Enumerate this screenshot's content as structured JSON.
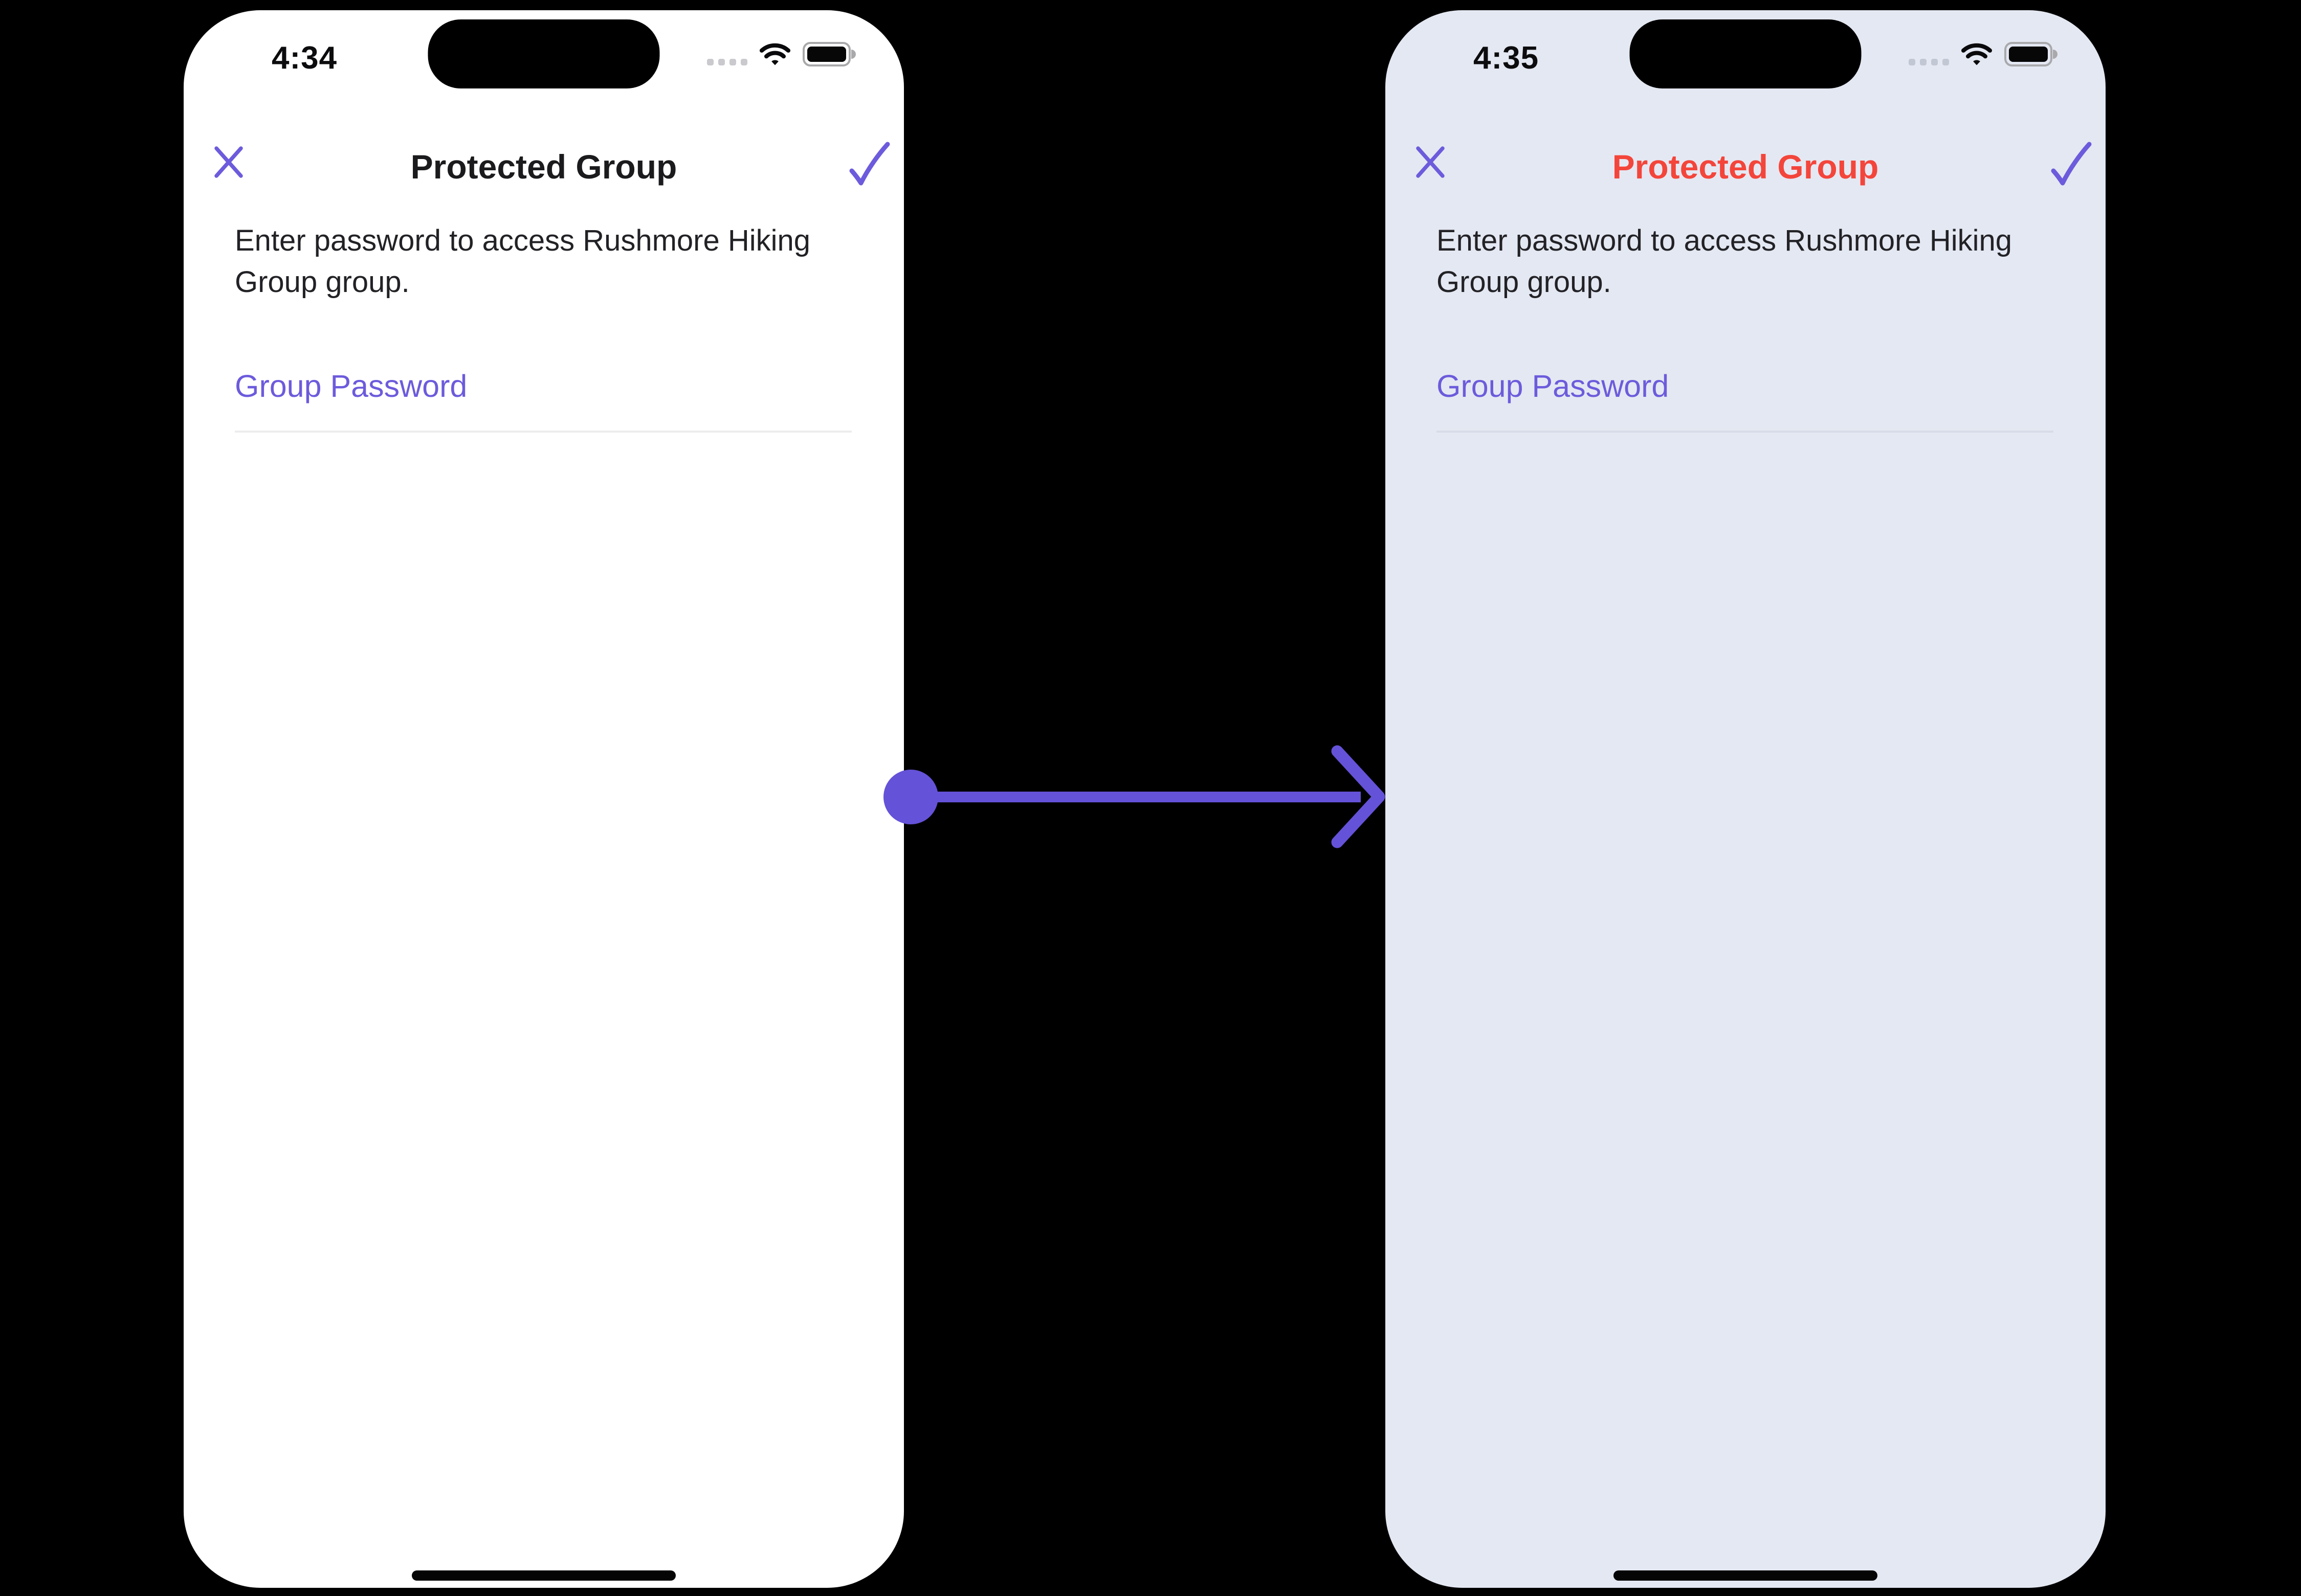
{
  "colors": {
    "canvas_bg": "#000000",
    "accent_purple": "#6C5BDC",
    "arrow_purple": "#6452D8",
    "title_red": "#F4453B",
    "left_phone_bg": "#FFFFFF",
    "right_phone_bg": "#E4E8F2",
    "body_text": "#222226",
    "underline_left": "#EDEDEF",
    "underline_right": "#D8DCE8"
  },
  "icons": {
    "close": "x-icon",
    "confirm": "checkmark-icon",
    "cellular": "cellular-signal-dots-icon",
    "wifi": "wifi-icon",
    "battery": "battery-icon",
    "arrow": "right-arrow-icon"
  },
  "left_phone": {
    "status_bar": {
      "time": "4:34"
    },
    "nav": {
      "title": "Protected Group"
    },
    "description": "Enter password to access Rushmore Hiking Group group.",
    "field": {
      "label": "Group Password",
      "value": ""
    }
  },
  "right_phone": {
    "status_bar": {
      "time": "4:35"
    },
    "nav": {
      "title": "Protected Group"
    },
    "description": "Enter password to access Rushmore Hiking Group group.",
    "field": {
      "label": "Group Password",
      "value": ""
    }
  }
}
